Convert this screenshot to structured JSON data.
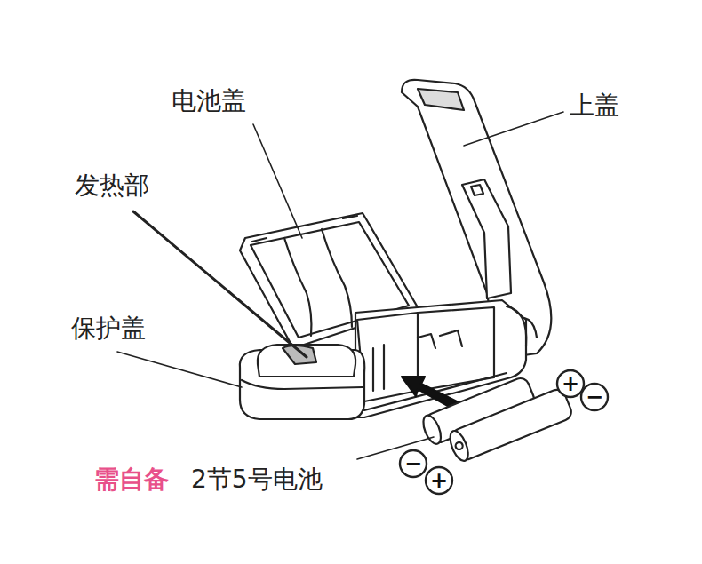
{
  "diagram": {
    "labels": [
      "电池盖",
      "上盖",
      "发热部",
      "保护盖",
      "需自备",
      "2节5号电池",
      "+",
      "−",
      "−",
      "+"
    ]
  }
}
